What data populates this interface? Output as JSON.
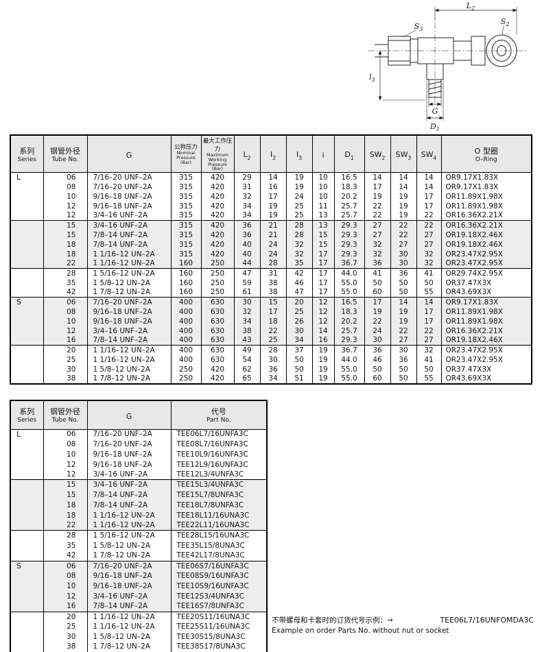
{
  "diagram": {
    "labels": {
      "l2": {
        "main": "L",
        "sub": "2"
      },
      "s3": {
        "main": "S",
        "sub": "3"
      },
      "s2": {
        "main": "S",
        "sub": "2"
      },
      "l3": {
        "main": "l",
        "sub": "3"
      },
      "g": {
        "main": "G",
        "sub": ""
      },
      "d1": {
        "main": "D",
        "sub": "1"
      }
    }
  },
  "spec_table": {
    "columns": {
      "series": {
        "zh": "系列",
        "en": "Series"
      },
      "tube": {
        "zh": "钢管外径",
        "en": "Tube No."
      },
      "g": {
        "label": "G"
      },
      "nominal": {
        "zh": "公称压力",
        "en": "Nominal Pressure (Bar)"
      },
      "max": {
        "zh": "最大工作压力",
        "en": "Maximum Working Pressure (Bar)"
      },
      "l2": {
        "main": "L",
        "sub": "2"
      },
      "i2": {
        "main": "I",
        "sub": "2"
      },
      "i3": {
        "main": "I",
        "sub": "3"
      },
      "i": {
        "main": "i",
        "sub": ""
      },
      "d1": {
        "main": "D",
        "sub": "1"
      },
      "sw2": {
        "main": "SW",
        "sub": "2"
      },
      "sw3": {
        "main": "SW",
        "sub": "3"
      },
      "sw4": {
        "main": "SW",
        "sub": "4"
      },
      "oring": {
        "zh": "O 型圈",
        "en": "O–Ring"
      }
    },
    "sections": [
      {
        "series": "L",
        "groups": [
          [
            [
              "06",
              "7/16–20 UNF–2A",
              "315",
              "420",
              "29",
              "14",
              "19",
              "10",
              "16.5",
              "14",
              "14",
              "14",
              "OR9.17X1.83X"
            ],
            [
              "08",
              "7/16–20 UNF–2A",
              "315",
              "420",
              "31",
              "16",
              "19",
              "10",
              "18.3",
              "17",
              "14",
              "14",
              "OR9.17X1.83X"
            ],
            [
              "10",
              "9/16–18 UNF–2A",
              "315",
              "420",
              "32",
              "17",
              "24",
              "10",
              "20.2",
              "19",
              "19",
              "17",
              "OR11.89X1.98X"
            ],
            [
              "12",
              "9/16–18 UNF–2A",
              "315",
              "420",
              "34",
              "19",
              "25",
              "11",
              "25.7",
              "22",
              "19",
              "17",
              "OR11.89X1.98X"
            ],
            [
              "12",
              "3/4–16 UNF–2A",
              "315",
              "420",
              "34",
              "19",
              "25",
              "13",
              "25.7",
              "22",
              "19",
              "22",
              "OR16.36X2.21X"
            ]
          ],
          [
            [
              "15",
              "3/4–16 UNF–2A",
              "315",
              "420",
              "36",
              "21",
              "28",
              "13",
              "29.3",
              "27",
              "22",
              "22",
              "OR16.36X2.21X"
            ],
            [
              "15",
              "7/8–14 UNF–2A",
              "315",
              "420",
              "36",
              "21",
              "28",
              "15",
              "29.3",
              "27",
              "22",
              "27",
              "OR19.18X2.46X"
            ],
            [
              "18",
              "7/8–14 UNF–2A",
              "315",
              "420",
              "40",
              "24",
              "32",
              "15",
              "29.3",
              "32",
              "27",
              "27",
              "OR19.18X2.46X"
            ],
            [
              "18",
              "1 1/16–12 UN–2A",
              "315",
              "420",
              "40",
              "24",
              "32",
              "17",
              "29.3",
              "32",
              "30",
              "32",
              "OR23.47X2.95X"
            ],
            [
              "22",
              "1 1/16–12 UN–2A",
              "160",
              "250",
              "44",
              "28",
              "35",
              "17",
              "36.7",
              "36",
              "30",
              "32",
              "OR23.47X2.95X"
            ]
          ],
          [
            [
              "28",
              "1 5/16–12 UN–2A",
              "160",
              "250",
              "47",
              "31",
              "42",
              "17",
              "44.0",
              "41",
              "36",
              "41",
              "OR29.74X2.95X"
            ],
            [
              "35",
              "1 5/8–12 UN–2A",
              "160",
              "250",
              "59",
              "38",
              "46",
              "17",
              "55.0",
              "50",
              "50",
              "50",
              "OR37.47X3X"
            ],
            [
              "42",
              "1 7/8–12 UN–2A",
              "160",
              "250",
              "61",
              "38",
              "47",
              "17",
              "55.0",
              "60",
              "50",
              "55",
              "OR43.69X3X"
            ]
          ]
        ]
      },
      {
        "series": "S",
        "groups": [
          [
            [
              "06",
              "7/16–20 UNF–2A",
              "400",
              "630",
              "30",
              "15",
              "20",
              "12",
              "16.5",
              "17",
              "14",
              "14",
              "OR9.17X1.83X"
            ],
            [
              "08",
              "9/16–18 UNF–2A",
              "400",
              "630",
              "32",
              "17",
              "25",
              "12",
              "18.3",
              "19",
              "19",
              "17",
              "OR11.89X1.98X"
            ],
            [
              "10",
              "9/16–18 UNF–2A",
              "400",
              "630",
              "34",
              "18",
              "26",
              "12",
              "20.2",
              "22",
              "19",
              "17",
              "OR11.89X1.98X"
            ],
            [
              "12",
              "3/4–16 UNF–2A",
              "400",
              "630",
              "38",
              "22",
              "30",
              "14",
              "25.7",
              "24",
              "22",
              "22",
              "OR16.36X2.21X"
            ],
            [
              "16",
              "7/8–14 UNF–2A",
              "400",
              "630",
              "43",
              "25",
              "34",
              "16",
              "29.3",
              "30",
              "27",
              "27",
              "OR19.18X2.46X"
            ]
          ],
          [
            [
              "20",
              "1 1/16–12 UN–2A",
              "400",
              "630",
              "49",
              "28",
              "37",
              "19",
              "36.7",
              "36",
              "30",
              "32",
              "OR23.47X2.95X"
            ],
            [
              "25",
              "1 1/16–12 UN–2A",
              "400",
              "630",
              "54",
              "30",
              "50",
              "19",
              "44.0",
              "46",
              "36",
              "41",
              "OR23.47X2.95X"
            ],
            [
              "30",
              "1 5/8–12 UN–2A",
              "250",
              "420",
              "62",
              "36",
              "50",
              "19",
              "55.0",
              "50",
              "50",
              "50",
              "OR37.47X3X"
            ],
            [
              "38",
              "1 7/8–12 UN–2A",
              "250",
              "420",
              "65",
              "34",
              "51",
              "19",
              "55.0",
              "60",
              "50",
              "55",
              "OR43.69X3X"
            ]
          ]
        ]
      }
    ]
  },
  "part_table": {
    "columns": {
      "series": {
        "zh": "系列",
        "en": "Series"
      },
      "tube": {
        "zh": "钢管外径",
        "en": "Tube No."
      },
      "g": {
        "label": "G"
      },
      "part": {
        "zh": "代号",
        "en": "Part No."
      }
    },
    "sections": [
      {
        "series": "L",
        "groups": [
          [
            [
              "06",
              "7/16–20 UNF–2A",
              "TEE06L7/16UNFA3C"
            ],
            [
              "08",
              "7/16–20 UNF–2A",
              "TEE08L7/16UNFA3C"
            ],
            [
              "10",
              "9/16–18 UNF–2A",
              "TEE10L9/16UNFA3C"
            ],
            [
              "12",
              "9/16–18 UNF–2A",
              "TEE12L9/16UNFA3C"
            ],
            [
              "12",
              "3/4–16 UNF–2A",
              "TEE12L3/4UNFA3C"
            ]
          ],
          [
            [
              "15",
              "3/4–16 UNF–2A",
              "TEE15L3/4UNFA3C"
            ],
            [
              "15",
              "7/8–14 UNF–2A",
              "TEE15L7/8UNFA3C"
            ],
            [
              "18",
              "7/8–14 UNF–2A",
              "TEE18L7/8UNFA3C"
            ],
            [
              "18",
              "1 1/16–12 UN–2A",
              "TEE18L11/16UNA3C"
            ],
            [
              "22",
              "1 1/16–12 UN–2A",
              "TEE22L11/16UNA3C"
            ]
          ],
          [
            [
              "28",
              "1 5/16–12 UN–2A",
              "TEE28L15/16UNA3C"
            ],
            [
              "35",
              "1 5/8–12 UN–2A",
              "TEE35L15/8UNA3C"
            ],
            [
              "42",
              "1 7/8–12 UN–2A",
              "TEE42L17/8UNA3C"
            ]
          ]
        ]
      },
      {
        "series": "S",
        "groups": [
          [
            [
              "06",
              "7/16–20 UNF–2A",
              "TEE06S7/16UNFA3C"
            ],
            [
              "08",
              "9/16–18 UNF–2A",
              "TEE08S9/16UNFA3C"
            ],
            [
              "10",
              "9/16–18 UNF–2A",
              "TEE10S9/16UNFA3C"
            ],
            [
              "12",
              "3/4–16 UNF–2A",
              "TEE12S3/4UNFA3C"
            ],
            [
              "16",
              "7/8–14 UNF–2A",
              "TEE16S7/8UNFA3C"
            ]
          ],
          [
            [
              "20",
              "1 1/16–12 UN–2A",
              "TEE20S11/16UNA3C"
            ],
            [
              "25",
              "1 1/16–12 UN–2A",
              "TEE25S11/16UNA3C"
            ],
            [
              "30",
              "1 5/8–12 UN–2A",
              "TEE30S15/8UNA3C"
            ],
            [
              "38",
              "1 7/8–12 UN–2A",
              "TEE38S17/8UNA3C"
            ]
          ]
        ]
      }
    ]
  },
  "footer": {
    "note_zh": "不带螺母和卡套时的订货代号示例：→",
    "note_en": "Example on order Parts No. without nut or socket",
    "example_code": "TEE06L7/16UNFOMDA3C"
  }
}
